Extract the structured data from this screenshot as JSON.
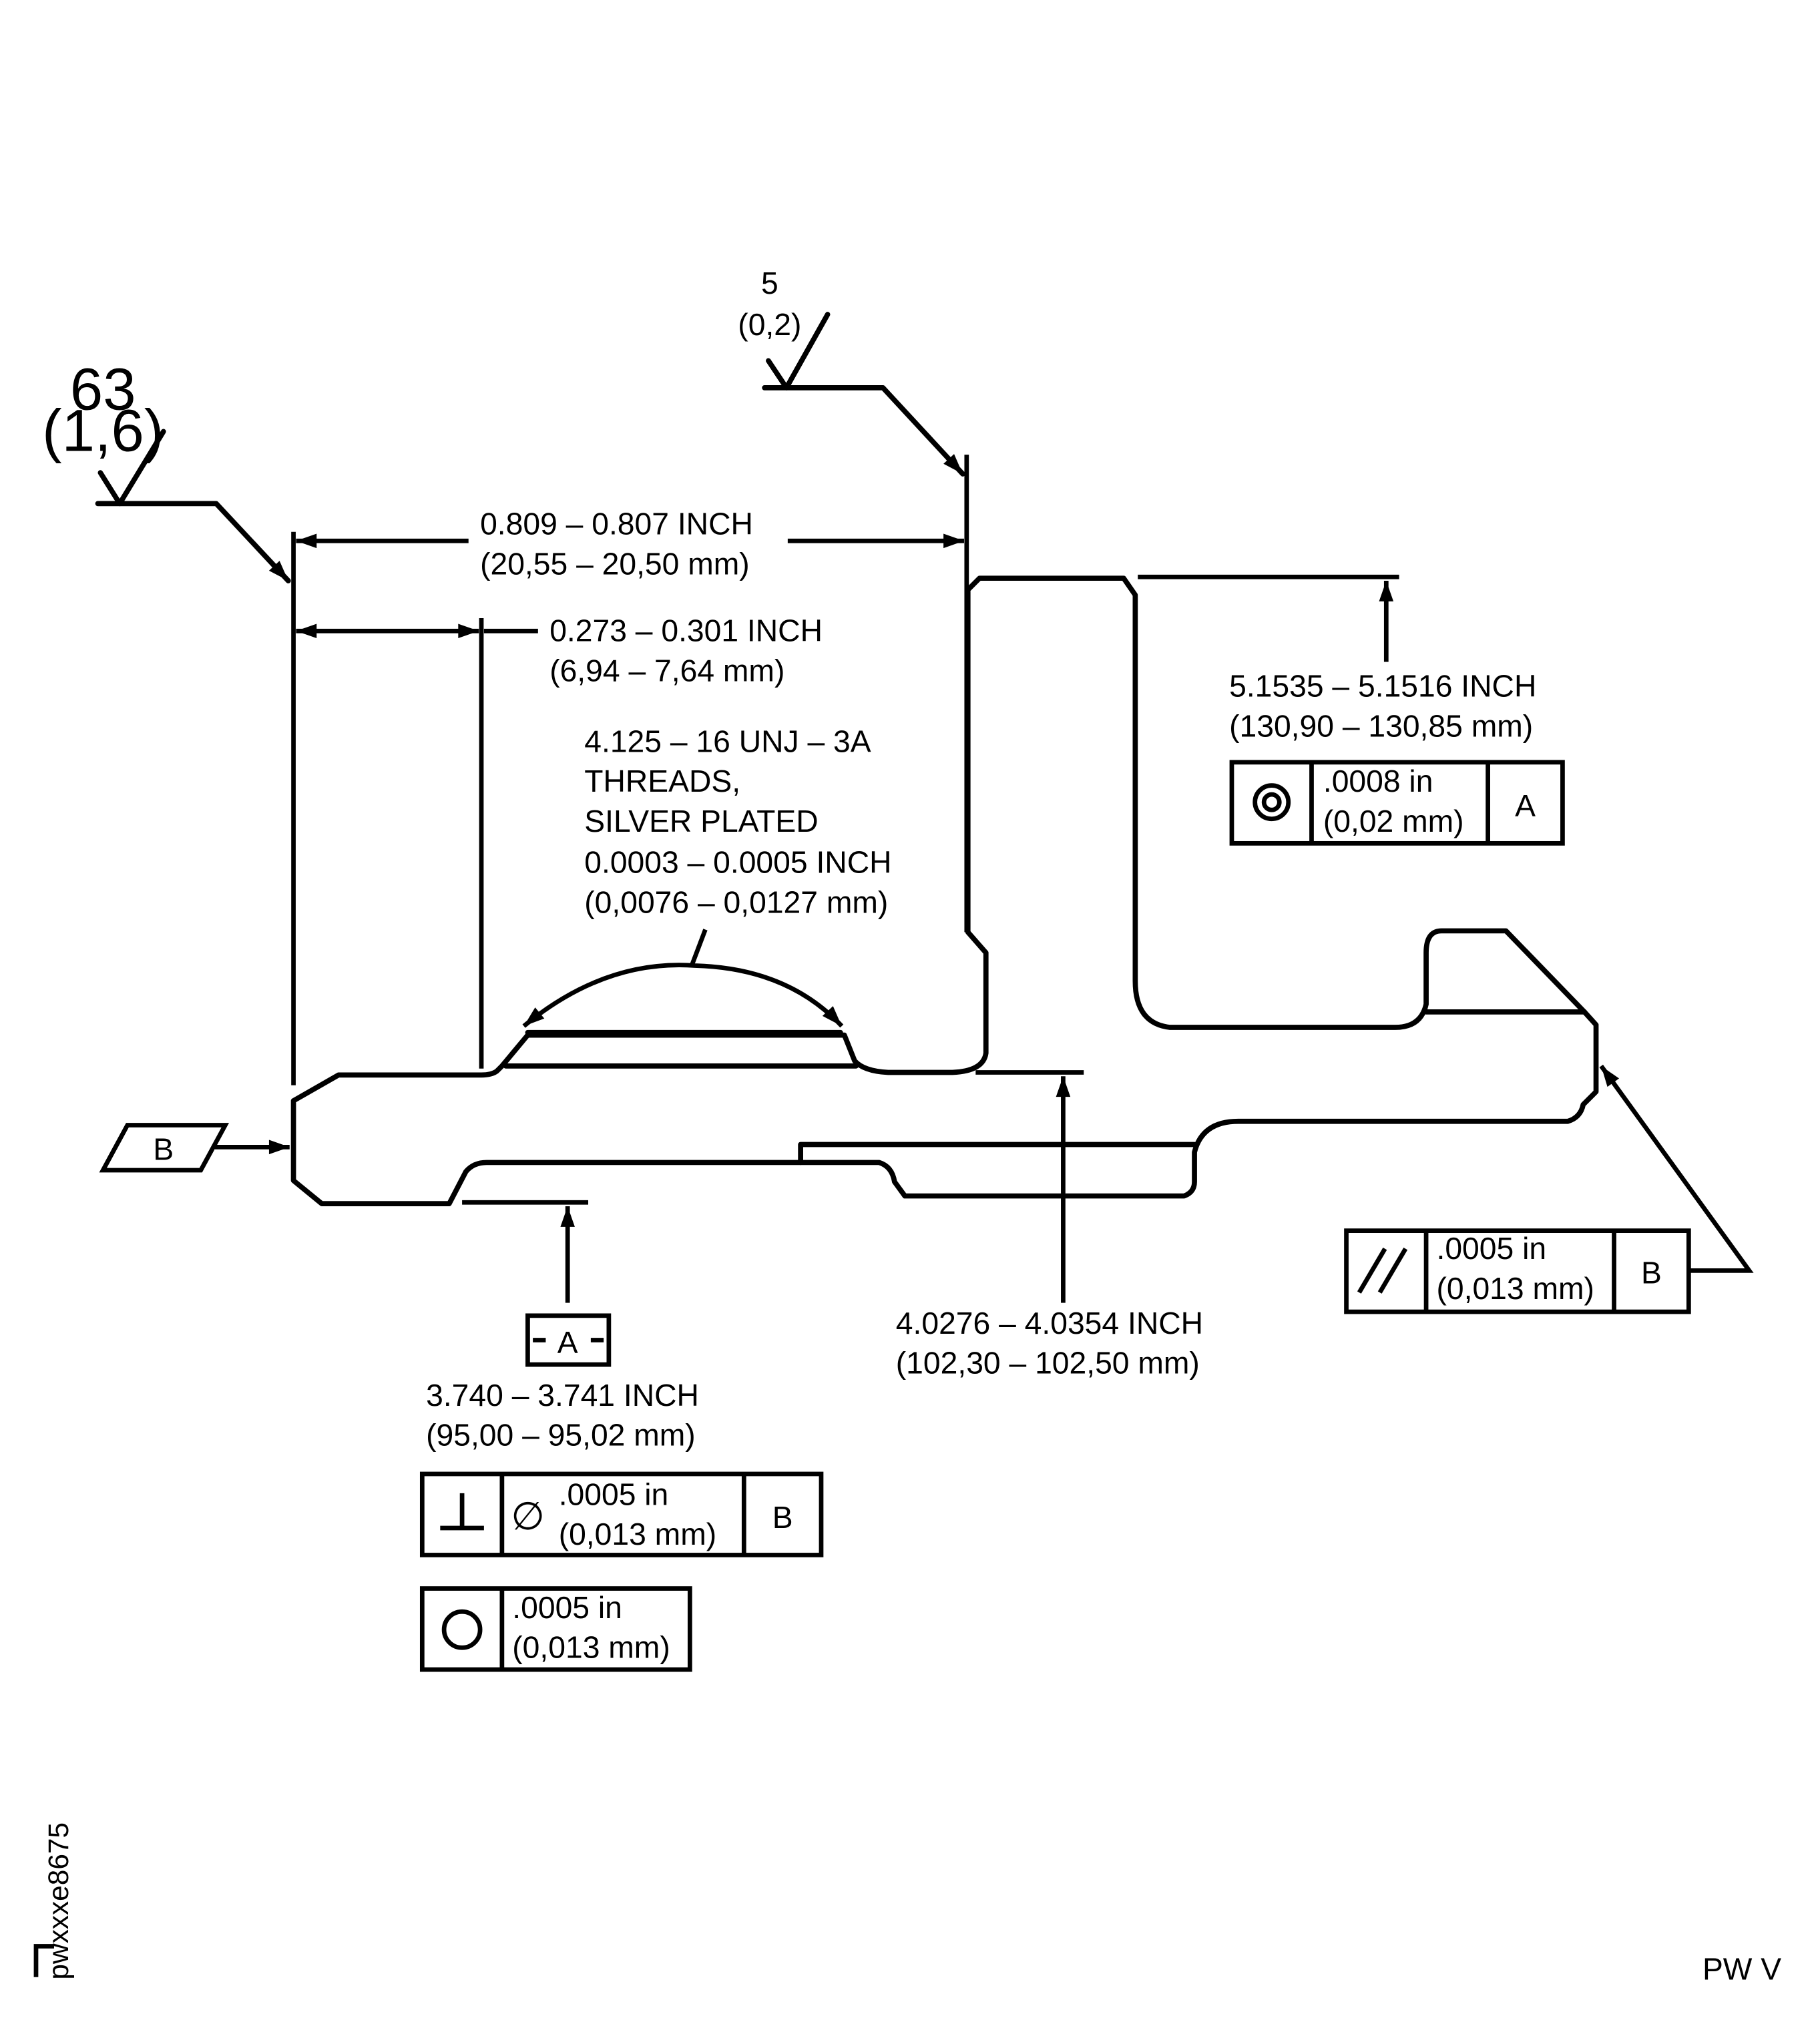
{
  "surface_finish": {
    "left": {
      "value": "63",
      "metric": "(1,6)"
    },
    "top": {
      "value": "5",
      "metric": "(0,2)"
    }
  },
  "dims": {
    "overall_length": {
      "inch": "0.809 – 0.807 INCH",
      "mm": "(20,55 – 20,50 mm)"
    },
    "thread_offset": {
      "inch": "0.273 – 0.301 INCH",
      "mm": "(6,94 – 7,64 mm)"
    },
    "flange_diameter": {
      "inch": "5.1535 – 5.1516 INCH",
      "mm": "(130,90 – 130,85 mm)"
    },
    "bore_diameter": {
      "inch": "3.740 – 3.741 INCH",
      "mm": "(95,00 – 95,02 mm)"
    },
    "pilot_diameter": {
      "inch": "4.0276 – 4.0354 INCH",
      "mm": "(102,30 – 102,50 mm)"
    }
  },
  "thread_note": [
    "4.125 – 16 UNJ – 3A",
    "THREADS,",
    "SILVER PLATED",
    "0.0003 – 0.0005 INCH",
    "(0,0076 – 0,0127 mm)"
  ],
  "datums": {
    "a": "A",
    "b": "B"
  },
  "fcf": {
    "concentricity": {
      "symbol": "concentricity-icon",
      "tol": ".0008 in",
      "tol_mm": "(0,02 mm)",
      "datum": "A"
    },
    "parallelism": {
      "symbol": "parallelism-icon",
      "tol": ".0005 in",
      "tol_mm": "(0,013 mm)",
      "datum": "B"
    },
    "perpendicularity": {
      "symbol": "perpendicularity-icon",
      "dia": "∅",
      "tol": ".0005 in",
      "tol_mm": "(0,013 mm)",
      "datum": "B"
    },
    "circularity": {
      "symbol": "circularity-icon",
      "tol": ".0005 in",
      "tol_mm": "(0,013 mm)"
    }
  },
  "figure_id": "pwxxxe8675",
  "publisher": "PW V"
}
